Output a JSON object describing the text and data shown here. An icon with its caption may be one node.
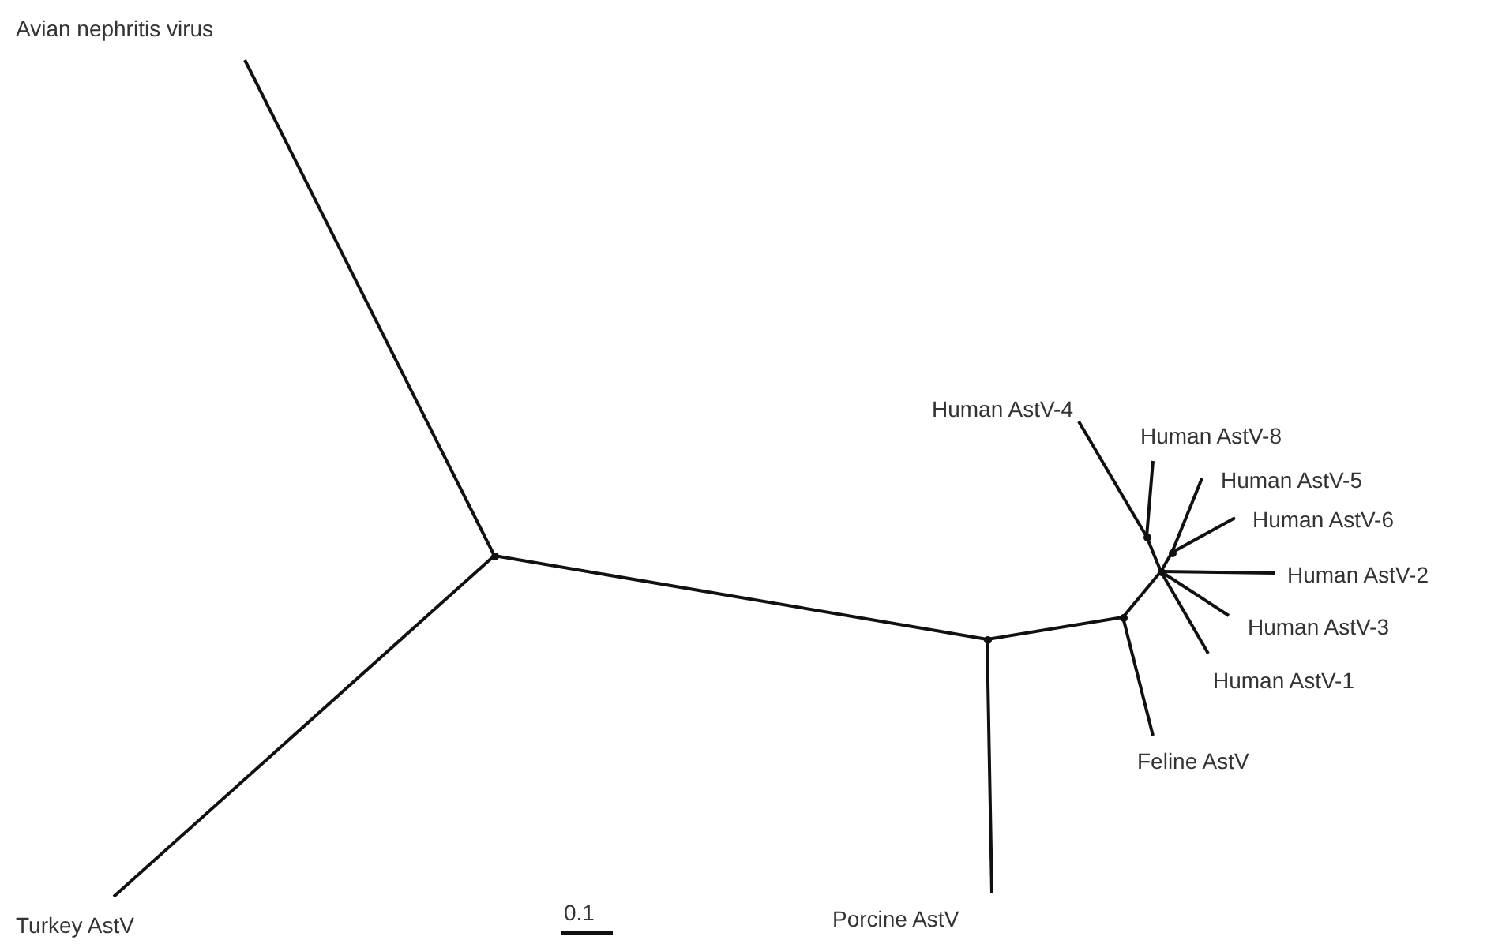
{
  "diagram": {
    "nodes": [
      {
        "text": [
          "Avian nephritis virus"
        ]
      },
      {
        "text": [
          "Human AstV-4"
        ]
      },
      {
        "text": [
          "Human AstV-8"
        ]
      },
      {
        "text": [
          "Human AstV-5"
        ]
      },
      {
        "text": [
          "Human AstV-6"
        ]
      },
      {
        "text": [
          "Human AstV-2"
        ]
      },
      {
        "text": [
          "Human AstV-3"
        ]
      },
      {
        "text": [
          "Human AstV-1"
        ]
      },
      {
        "text": [
          "Feline AstV"
        ]
      },
      {
        "text": [
          "Turkey AstV"
        ]
      },
      {
        "text": [
          "Porcine AstV"
        ]
      },
      {
        "text": [],
        "shape": "point"
      },
      {
        "text": [],
        "shape": "point"
      },
      {
        "text": [],
        "shape": "point"
      },
      {
        "text": [],
        "shape": "point"
      },
      {
        "text": [],
        "shape": "point"
      },
      {
        "text": [],
        "shape": "point"
      }
    ],
    "edges": [
      {
        "from": 11,
        "to": 0,
        "arrow": "none"
      },
      {
        "from": 11,
        "to": 9,
        "arrow": "none"
      },
      {
        "from": 11,
        "to": 12,
        "arrow": "none"
      },
      {
        "from": 12,
        "to": 10,
        "arrow": "none"
      },
      {
        "from": 12,
        "to": 13,
        "arrow": "none"
      },
      {
        "from": 13,
        "to": 8,
        "arrow": "none"
      },
      {
        "from": 13,
        "to": 14,
        "arrow": "none"
      },
      {
        "from": 14,
        "to": 15,
        "arrow": "none"
      },
      {
        "from": 15,
        "to": 1,
        "arrow": "none"
      },
      {
        "from": 15,
        "to": 2,
        "arrow": "none"
      },
      {
        "from": 14,
        "to": 16,
        "arrow": "none"
      },
      {
        "from": 16,
        "to": 3,
        "arrow": "none"
      },
      {
        "from": 16,
        "to": 4,
        "arrow": "none"
      },
      {
        "from": 14,
        "to": 5,
        "arrow": "none"
      },
      {
        "from": 14,
        "to": 6,
        "arrow": "none"
      },
      {
        "from": 14,
        "to": 7,
        "arrow": "none"
      }
    ],
    "labels": [
      "0.1"
    ]
  }
}
